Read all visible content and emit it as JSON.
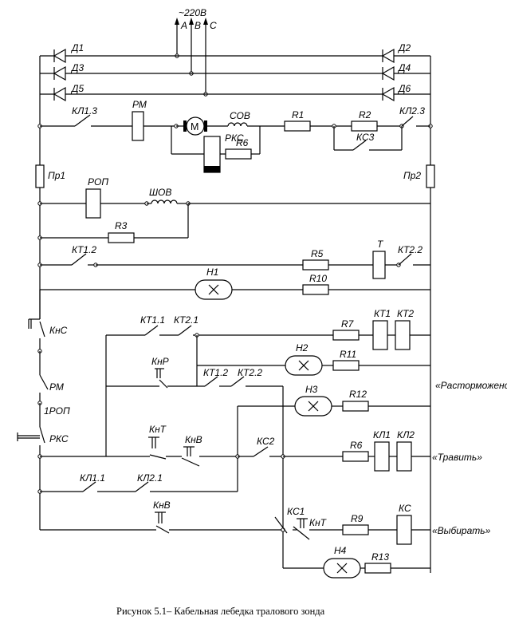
{
  "supply": {
    "voltage": "~220В",
    "phases": [
      "A",
      "B",
      "C"
    ]
  },
  "diodes": {
    "d1": "Д1",
    "d2": "Д2",
    "d3": "Д3",
    "d4": "Д4",
    "d5": "Д5",
    "d6": "Д6"
  },
  "fuses": {
    "left": "Пр1",
    "right": "Пр2"
  },
  "motor": {
    "m": "M",
    "pm": "РМ",
    "sov": "СОВ",
    "pkc": "РКС",
    "r6": "R6",
    "r1": "R1",
    "r2": "R2",
    "kc3": "КС3",
    "kl13": "КЛ1.3",
    "kl23": "КЛ2.3"
  },
  "brake": {
    "rop": "РОП",
    "shov": "ШОВ",
    "r3": "R3"
  },
  "timer": {
    "kt12": "КТ1.2",
    "r5": "R5",
    "t": "Т",
    "kt22": "КТ2.2"
  },
  "lamp1": {
    "h1": "Н1",
    "r10": "R10"
  },
  "control": {
    "knc": "КнС",
    "pm": "РМ",
    "rop1": "1РОП",
    "pkc": "РКС",
    "kt11": "КТ1.1",
    "kt21": "КТ2.1",
    "r7": "R7",
    "kt1": "КТ1",
    "kt2": "КТ2",
    "knp": "КнР",
    "h2": "Н2",
    "r11": "R11",
    "kt12b": "КТ1.2",
    "kt22b": "КТ2.2",
    "h3": "Н3",
    "r12": "R12",
    "label_released": "«Расторможено»",
    "knt": "КнТ",
    "knv": "КнВ",
    "kc2": "КС2",
    "r6b": "R6",
    "kl1": "КЛ1",
    "kl2": "КЛ2",
    "label_pay_out": "«Травить»",
    "kl11": "КЛ1.1",
    "kl21": "КЛ2.1",
    "knv2": "КнВ",
    "kc1": "КС1",
    "knt2": "КнТ",
    "r9": "R9",
    "kc": "КС",
    "label_haul_in": "«Выбирать»",
    "h4": "Н4",
    "r13": "R13"
  },
  "caption": "Рисунок 5.1– Кабельная лебедка тралового зонда"
}
